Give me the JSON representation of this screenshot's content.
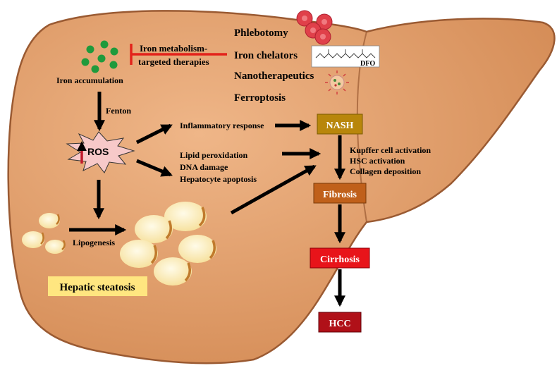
{
  "labels": {
    "iron_accumulation": "Iron accumulation",
    "therapy_line1": "Iron metabolism-",
    "therapy_line2": "targeted therapies",
    "phlebotomy": "Phlebotomy",
    "iron_chelators": "Iron chelators",
    "dfo": "DFO",
    "nanotherapeutics": "Nanotherapeutics",
    "ferroptosis": "Ferroptosis",
    "fenton": "Fenton",
    "ros": "ROS",
    "inflammatory_response": "Inflammatory response",
    "lipid_peroxidation": "Lipid peroxidation",
    "dna_damage": "DNA damage",
    "hepatocyte_apoptosis": "Hepatocyte apoptosis",
    "nash": "NASH",
    "kupffer": "Kupffer cell activation",
    "hsc": "HSC activation",
    "collagen": "Collagen deposition",
    "fibrosis": "Fibrosis",
    "cirrhosis": "Cirrhosis",
    "hcc": "HCC",
    "lipogenesis": "Lipogenesis",
    "hepatic_steatosis": "Hepatic steatosis"
  },
  "colors": {
    "liver_fill": "#d9935f",
    "liver_stroke": "#9a5a32",
    "iron_dot": "#1f9a3c",
    "inhibit_bar": "#e3231b",
    "ros_fill": "#f7c9c9",
    "ros_arrow": "#c0182a",
    "nash_box": "#b8860b",
    "fibrosis_box": "#c0601a",
    "cirrhosis_box": "#e8141a",
    "hcc_box": "#b01018",
    "steatosis_box": "#ffe680",
    "fat_cell": "#fdf1c4",
    "fat_edge": "#c07a2c",
    "rbc": "#e0404a"
  }
}
